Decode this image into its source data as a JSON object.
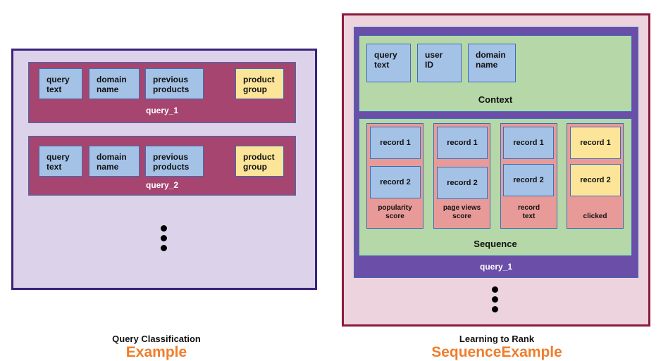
{
  "left": {
    "queries": [
      {
        "fields": [
          {
            "label": "query\ntext"
          },
          {
            "label": "domain\nname"
          },
          {
            "label": "previous\nproducts"
          },
          {
            "label": "product\ngroup"
          }
        ],
        "name": "query_1"
      },
      {
        "fields": [
          {
            "label": "query\ntext"
          },
          {
            "label": "domain\nname"
          },
          {
            "label": "previous\nproducts"
          },
          {
            "label": "product\ngroup"
          }
        ],
        "name": "query_2"
      }
    ],
    "caption": "Query Classification",
    "subcaption": "Example"
  },
  "right": {
    "context": {
      "fields": [
        {
          "label": "query\ntext"
        },
        {
          "label": "user\nID"
        },
        {
          "label": "domain\nname"
        }
      ],
      "label": "Context"
    },
    "sequence": {
      "columns": [
        {
          "records": [
            "record 1",
            "record 2"
          ],
          "label": "popularity\nscore"
        },
        {
          "records": [
            "record 1",
            "record 2"
          ],
          "label": "page views\nscore"
        },
        {
          "records": [
            "record 1",
            "record 2"
          ],
          "label": "record\ntext"
        },
        {
          "records": [
            "record 1",
            "record 2"
          ],
          "label": "clicked"
        }
      ],
      "label": "Sequence"
    },
    "query_name": "query_1",
    "caption": "Learning to Rank",
    "subcaption": "SequenceExample"
  },
  "colors": {
    "left_panel_bg": "#dcd3ea",
    "left_panel_border": "#3b237a",
    "query_bg": "#a6456f",
    "query_border": "#3b6fb5",
    "field_blue": "#a4c2e6",
    "field_yellow": "#fce599",
    "right_outer_bg": "#ecd3de",
    "right_outer_border": "#8a1a3a",
    "right_query_bg": "#6a4ea8",
    "context_bg": "#b6d7a8",
    "column_bg": "#e89a98",
    "accent_orange": "#f07d2b"
  }
}
